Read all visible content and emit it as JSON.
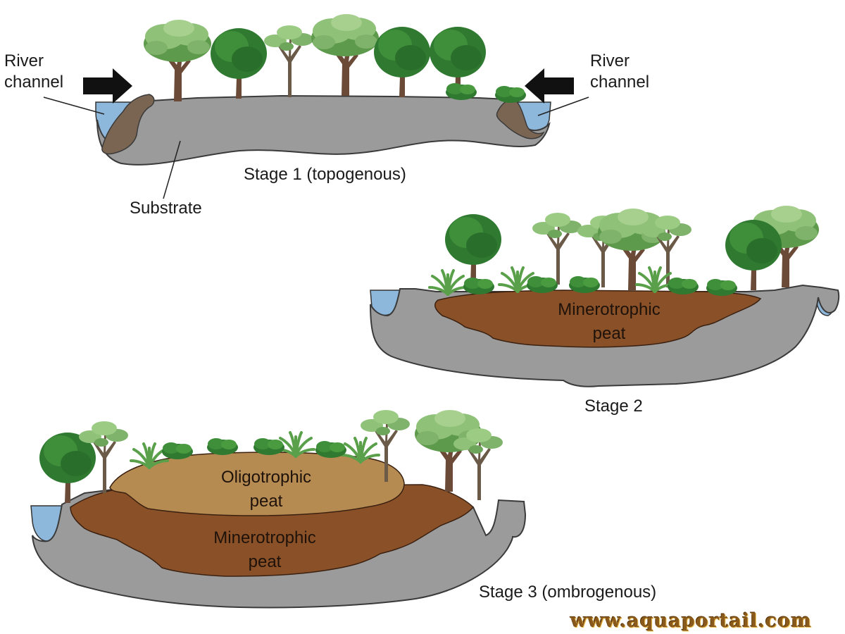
{
  "labels": {
    "river_left_l1": "River",
    "river_left_l2": "channel",
    "river_right_l1": "River",
    "river_right_l2": "channel",
    "substrate": "Substrate",
    "stage1": "Stage 1 (topogenous)",
    "stage2": "Stage 2",
    "stage3": "Stage 3 (ombrogenous)",
    "minero2_l1": "Minerotrophic",
    "minero2_l2": "peat",
    "oligo_l1": "Oligotrophic",
    "oligo_l2": "peat",
    "minero3_l1": "Minerotrophic",
    "minero3_l2": "peat"
  },
  "watermark": "www.aquaportail.com",
  "colors": {
    "substrate": "#9b9b9c",
    "substrate_edge": "#3a3a3a",
    "water": "#8db8dc",
    "minerotrophic_peat": "#8a5128",
    "oligotrophic_peat": "#b58b52",
    "bank_deposit": "#7a6552",
    "leaf_light": "#7fb26a",
    "leaf_dark": "#3f8a3c",
    "trunk": "#6b4a38",
    "watermark": "#8a5a1c"
  },
  "icons": [
    "left-arrow-icon",
    "right-arrow-icon",
    "tree-icon",
    "shrub-icon",
    "fern-icon"
  ]
}
